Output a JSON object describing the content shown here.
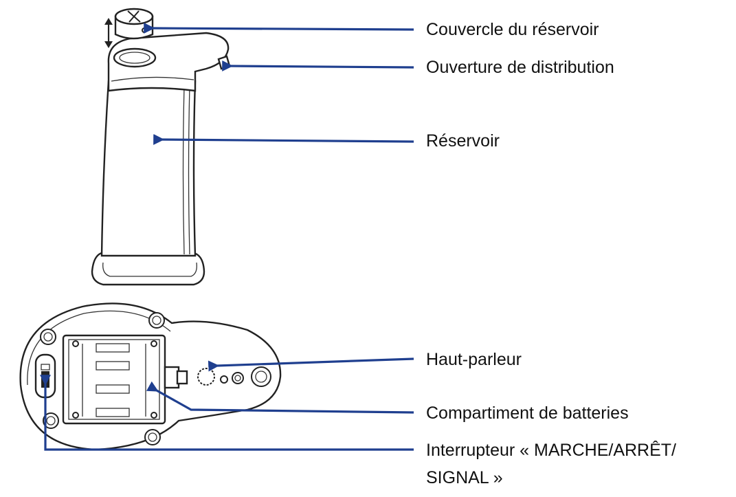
{
  "labels": {
    "lid": "Couvercle du réservoir",
    "nozzle": "Ouverture de distribution",
    "reservoir": "Réservoir",
    "speaker": "Haut-parleur",
    "battery": "Compartiment de batteries",
    "switch_line1": "Interrupteur « MARCHE/ARRÊT/",
    "switch_line2": "SIGNAL »"
  },
  "colors": {
    "arrow": "#1f3f8f",
    "outline": "#222222",
    "text": "#111111",
    "background": "#ffffff"
  },
  "icons": [
    "up-down-arrow-icon"
  ]
}
